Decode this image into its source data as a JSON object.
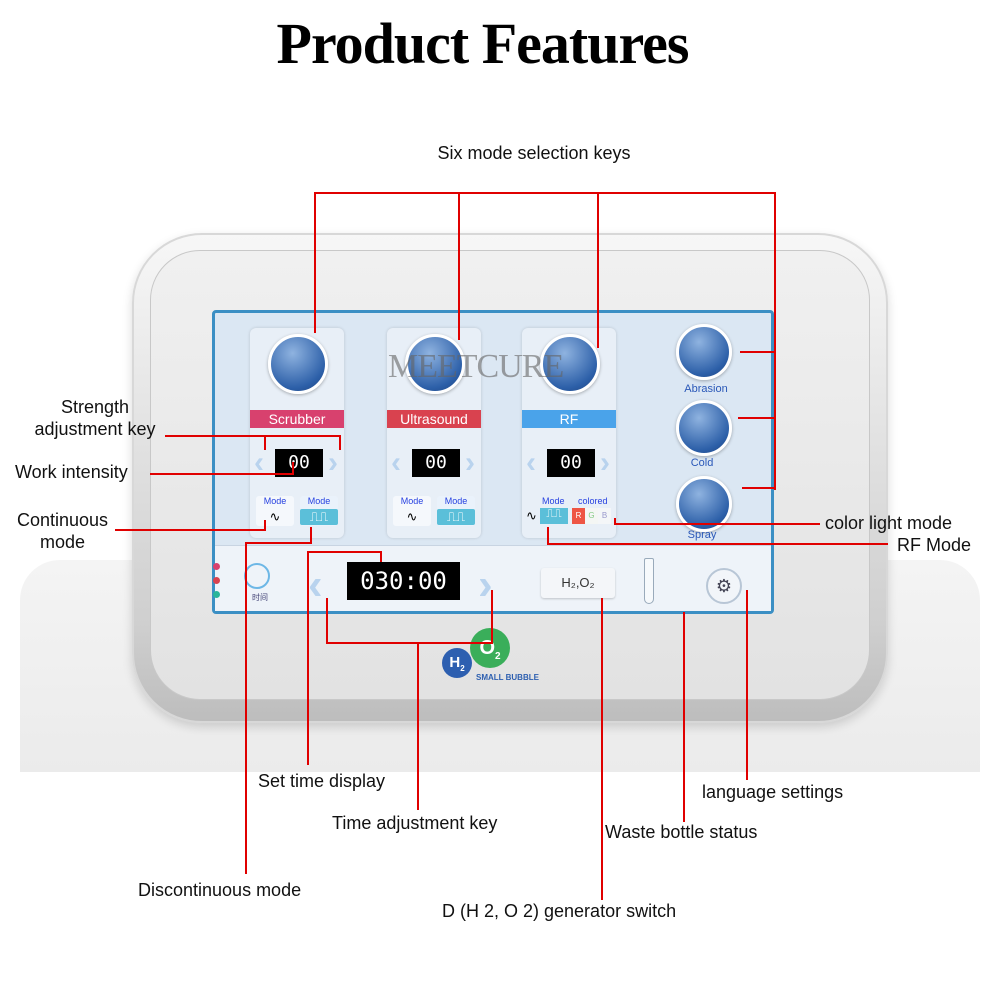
{
  "title": "Product Features",
  "callouts": {
    "six_mode": "Six mode selection keys",
    "strength_1": "Strength",
    "strength_2": "adjustment key",
    "work_intensity": "Work intensity",
    "continuous_1": "Continuous",
    "continuous_2": "mode",
    "color_light": "color light mode",
    "rf_mode": "RF Mode",
    "set_time": "Set time display",
    "time_adjust": "Time adjustment key",
    "language": "language settings",
    "waste": "Waste bottle status",
    "discontinuous": "Discontinuous mode",
    "generator": "D (H 2, O 2) generator switch"
  },
  "screen": {
    "watermark": "MEETCURE",
    "modes": [
      {
        "label": "Scrubber",
        "value": "00",
        "color": "#d8416e",
        "mode1": "Mode",
        "mode2": "Mode"
      },
      {
        "label": "Ultrasound",
        "value": "00",
        "color": "#d9424f",
        "mode1": "Mode",
        "mode2": "Mode"
      },
      {
        "label": "RF",
        "value": "00",
        "color": "#4aa3ea",
        "mode1": "Mode",
        "mode2": "colored"
      }
    ],
    "rgb": [
      "R",
      "G",
      "B"
    ],
    "side_modes": [
      "Abrasion",
      "Cold",
      "Spray"
    ],
    "timer_label": "时间",
    "time": "030:00",
    "h2o2_button": "H₂,O₂"
  },
  "logo": {
    "text": "H2O2",
    "sub": "SMALL BUBBLE"
  },
  "line_color": "#e00000"
}
